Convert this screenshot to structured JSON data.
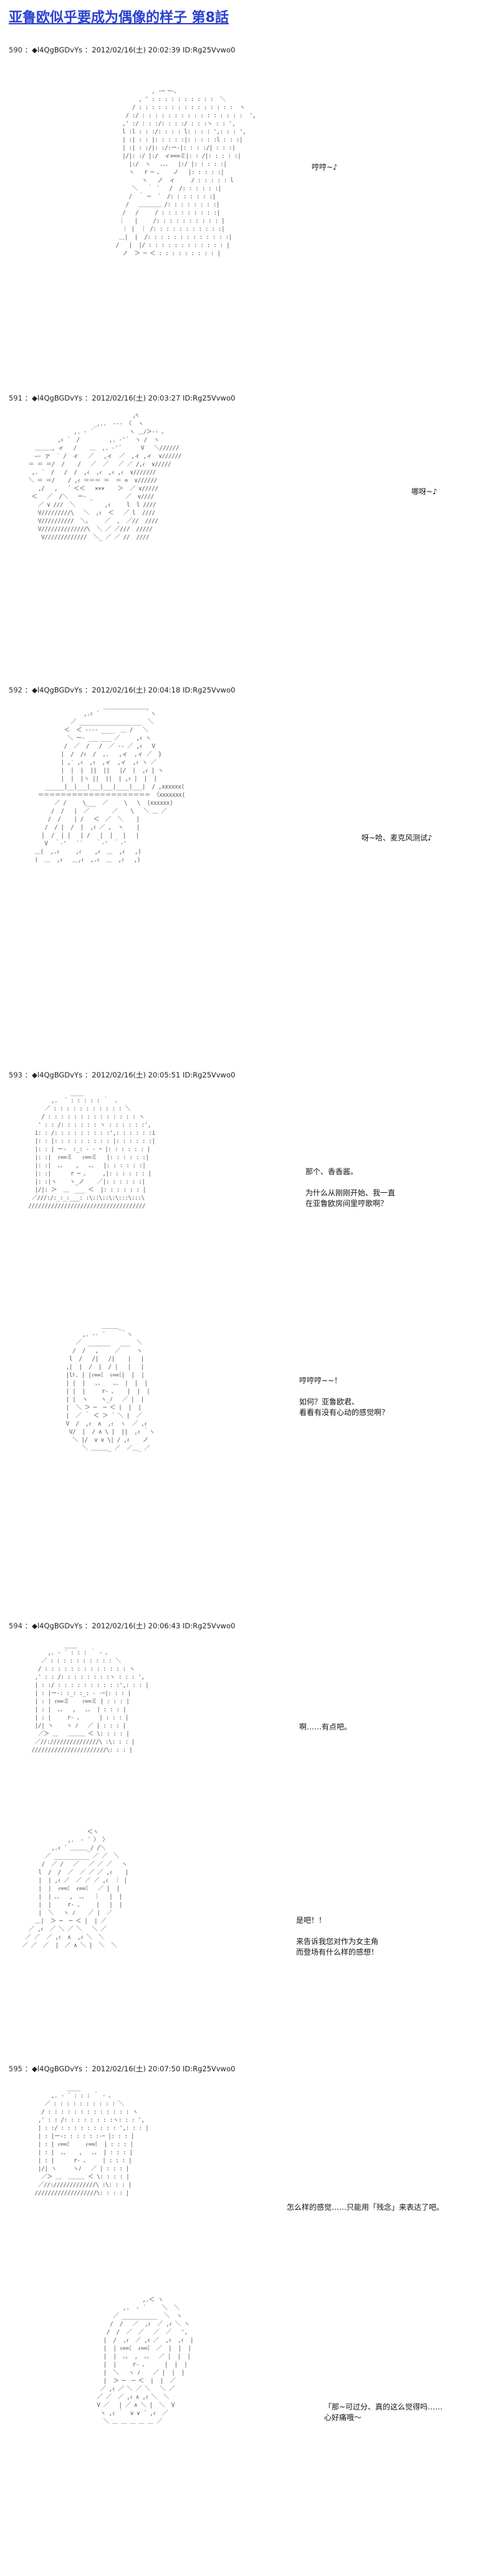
{
  "page": {
    "title": "亚鲁欧似乎要成为偶像的样子 第8話"
  },
  "posts": [
    {
      "number": "590",
      "name": "◆l4QgBGDvYs",
      "timestamp": "2012/02/16(土) 20:02:39 ID:Rg25Vvwo0",
      "panels": [
        {
          "speech": "哼哼~♪"
        }
      ]
    },
    {
      "number": "591",
      "name": "◆l4QgBGDvYs",
      "timestamp": "2012/02/16(土) 20:03:27 ID:Rg25Vvwo0",
      "panels": [
        {
          "speech": "哪呀~♪"
        }
      ]
    },
    {
      "number": "592",
      "name": "◆l4QgBGDvYs",
      "timestamp": "2012/02/16(土) 20:04:18 ID:Rg25Vvwo0",
      "panels": [
        {
          "speech": "呀~哈、麦克风测试♪"
        }
      ]
    },
    {
      "number": "593",
      "name": "◆l4QgBGDvYs",
      "timestamp": "2012/02/16(土) 20:05:51 ID:Rg25Vvwo0",
      "panels": [
        {
          "speech": "那个、香香酱。\n\n为什么从刚刚开始、我一直\n在亚鲁欧房间里哼歌啊？"
        },
        {
          "speech": "哼哼哼~~！\n\n如何？亚鲁欧君、\n看看有没有心动的感觉啊？"
        }
      ]
    },
    {
      "number": "594",
      "name": "◆l4QgBGDvYs",
      "timestamp": "2012/02/16(土) 20:06:43 ID:Rg25Vvwo0",
      "panels": [
        {
          "speech": "啊……有点吧。"
        },
        {
          "speech": "是吧！！\n\n来告诉我您对作为女主角\n而登场有什么样的感想！"
        }
      ]
    },
    {
      "number": "595",
      "name": "◆l4QgBGDvYs",
      "timestamp": "2012/02/16(土) 20:07:50 ID:Rg25Vvwo0",
      "panels": [
        {
          "speech": "怎么样的感觉……只能用「残念」来表达了吧。"
        },
        {
          "speech": "「那~可过分、真的这么觉得吗……\n心好痛哦～"
        }
      ]
    }
  ]
}
